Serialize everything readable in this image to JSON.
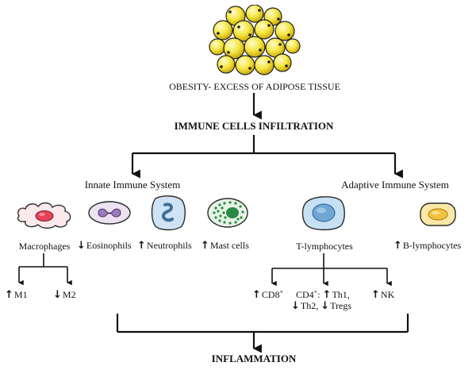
{
  "title": "OBESITY- EXCESS OF ADIPOSE TISSUE",
  "stage": "IMMUNE CELLS INFILTRATION",
  "bottom": "INFLAMMATION",
  "innate": {
    "title": "Innate Immune System",
    "macrophages": "Macrophages",
    "eosinophils": "Eosinophils",
    "neutrophils": "Neutrophils",
    "mast_cells": "Mast cells",
    "m1": "M1",
    "m2": "M2"
  },
  "adaptive": {
    "title": "Adaptive Immune System",
    "t_lymphocytes": "T-lymphocytes",
    "b_lymphocytes": "B-lymphocytes",
    "cd8": "CD8",
    "cd8_sup": "+",
    "cd4": "CD4",
    "cd4_sup": "+",
    "cd4_colon": ":",
    "th1": "Th1,",
    "th2": "Th2,",
    "tregs": "Tregs",
    "nk": "NK"
  },
  "arrows": {
    "up": "↑",
    "down": "↓"
  },
  "colors": {
    "adipocyte": "#f2e23a",
    "macrophage_fill": "#fbe9ec",
    "macrophage_nucleus": "#e8425a",
    "eosinophil_fill": "#ede2f1",
    "eosinophil_nucleus": "#9d7bb8",
    "neutrophil_fill": "#cfe3f4",
    "mast_fill": "#e6f3e6",
    "mast_granule": "#2a8a44",
    "t_cell_fill": "#c6e0f4",
    "t_cell_nucleus": "#6fa6d4",
    "b_cell_fill": "#fbe8a6",
    "b_cell_nucleus": "#f0c340"
  }
}
